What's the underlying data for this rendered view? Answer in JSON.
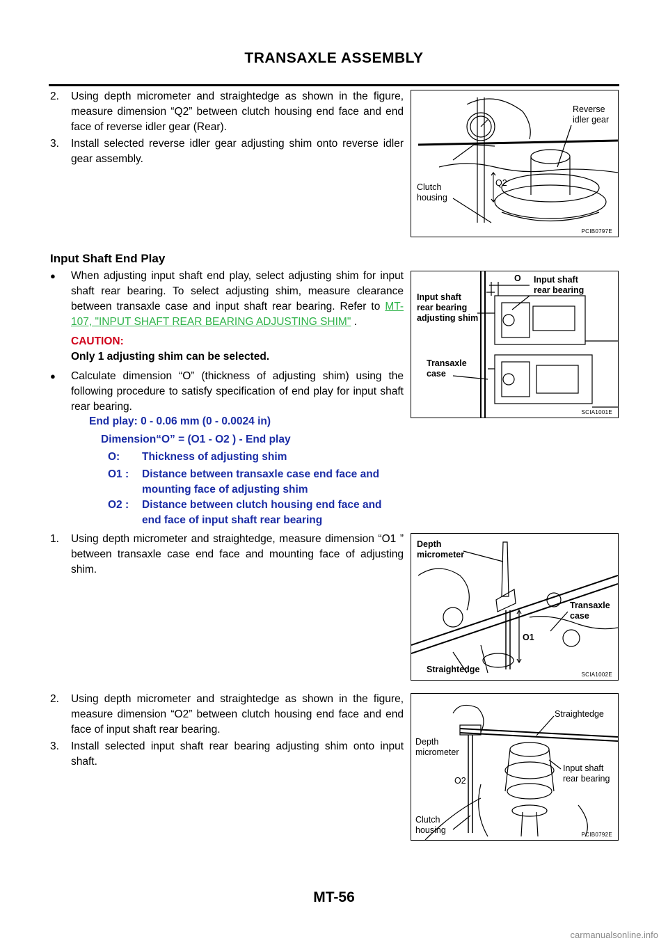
{
  "header": {
    "title": "TRANSAXLE ASSEMBLY"
  },
  "steps_top": [
    {
      "num": "2.",
      "text": "Using depth micrometer and straightedge as shown in the figure, measure dimension “Q2” between clutch housing end face and end face of reverse idler gear (Rear)."
    },
    {
      "num": "3.",
      "text": "Install selected reverse idler gear adjusting shim onto reverse idler gear assembly."
    }
  ],
  "section": {
    "title": "Input Shaft End Play"
  },
  "bullet1": {
    "text": "When adjusting input shaft end play, select adjusting shim for input shaft rear bearing. To select adjusting shim, measure clearance between transaxle case and input shaft rear bearing. Refer to",
    "link": "MT-107, \"INPUT SHAFT REAR BEARING ADJUSTING SHIM\"",
    "after": " ."
  },
  "caution": {
    "heading": "CAUTION:",
    "text": "Only 1 adjusting shim can be selected."
  },
  "bullet2": {
    "text": "Calculate dimension “O” (thickness of adjusting shim) using the following procedure to satisfy specification of end play for input shaft rear bearing."
  },
  "spec": {
    "end_play": "End play: 0 - 0.06 mm (0 - 0.0024 in)",
    "formula": "Dimension“O” = (O1  - O2 ) - End play",
    "defs": [
      {
        "term": "O:",
        "desc": "Thickness of adjusting shim"
      },
      {
        "term": "O1 :",
        "desc": "Distance between transaxle case end face and mounting face of adjusting shim"
      },
      {
        "term": "O2 :",
        "desc": "Distance between clutch housing end face and end face of input shaft rear bearing"
      }
    ]
  },
  "steps_bottom": [
    {
      "num": "1.",
      "text": "Using depth micrometer and straightedge, measure dimension “O1 ” between transaxle case end face and mounting face of adjusting shim."
    },
    {
      "num": "2.",
      "text": "Using depth micrometer and straightedge as shown in the figure, measure dimension “O2” between clutch housing end face and end face of input shaft rear bearing."
    },
    {
      "num": "3.",
      "text": "Install selected input shaft rear bearing adjusting shim onto input shaft."
    }
  ],
  "figures": {
    "fig1": {
      "code": "PCIB0797E",
      "reverse": "Reverse\nidler gear",
      "clutch": "Clutch\nhousing",
      "dim": "Q2"
    },
    "fig2": {
      "code": "SCIA1001E",
      "o": "O",
      "bearing": "Input shaft\nrear bearing",
      "shim": "Input shaft\nrear bearing\nadjusting shim",
      "case": "Transaxle\ncase"
    },
    "fig3": {
      "code": "SCIA1002E",
      "micrometer": "Depth\nmicrometer",
      "case": "Transaxle\ncase",
      "straightedge": "Straightedge",
      "dim": "O1"
    },
    "fig4": {
      "code": "PCIB0792E",
      "straightedge": "Straightedge",
      "micrometer": "Depth\nmicrometer",
      "bearing": "Input shaft\nrear bearing",
      "clutch": "Clutch\nhousing",
      "dim": "O2"
    }
  },
  "footer": {
    "page": "MT-56",
    "watermark": "carmanualsonline.info"
  }
}
